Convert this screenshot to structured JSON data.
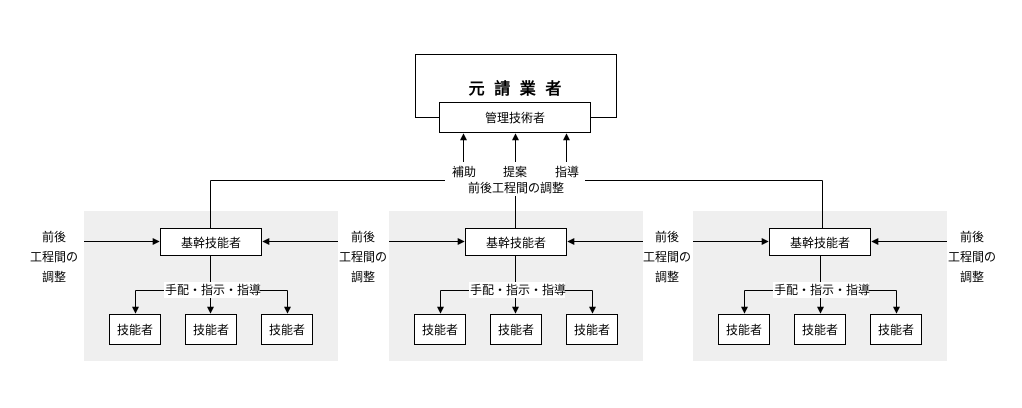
{
  "top": {
    "org_title": "元 請 業 者",
    "manager": "管理技術者"
  },
  "feedback_labels": {
    "support": "補助",
    "proposal": "提案",
    "guidance": "指導"
  },
  "coordination_label": "前後工程間の調整",
  "side_labels": {
    "line1": "前後",
    "line2": "工程間の",
    "line3": "調整"
  },
  "groups": [
    {
      "lead": "基幹技能者",
      "instruction": "手配・指示・指導",
      "workers": [
        "技能者",
        "技能者",
        "技能者"
      ]
    },
    {
      "lead": "基幹技能者",
      "instruction": "手配・指示・指導",
      "workers": [
        "技能者",
        "技能者",
        "技能者"
      ]
    },
    {
      "lead": "基幹技能者",
      "instruction": "手配・指示・指導",
      "workers": [
        "技能者",
        "技能者",
        "技能者"
      ]
    }
  ]
}
